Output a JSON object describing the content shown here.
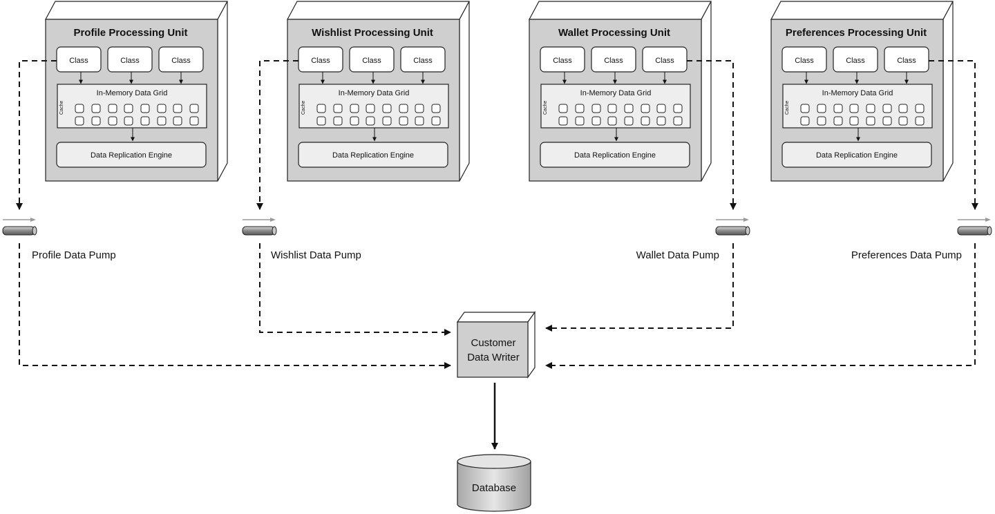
{
  "units": [
    {
      "title": "Profile Processing Unit",
      "classes": [
        "Class",
        "Class",
        "Class"
      ],
      "grid_title": "In-Memory Data Grid",
      "cache_label": "Cache",
      "engine_label": "Data Replication Engine",
      "pump_label": "Profile Data Pump"
    },
    {
      "title": "Wishlist Processing Unit",
      "classes": [
        "Class",
        "Class",
        "Class"
      ],
      "grid_title": "In-Memory Data Grid",
      "cache_label": "Cache",
      "engine_label": "Data Replication Engine",
      "pump_label": "Wishlist Data Pump"
    },
    {
      "title": "Wallet Processing Unit",
      "classes": [
        "Class",
        "Class",
        "Class"
      ],
      "grid_title": "In-Memory Data Grid",
      "cache_label": "Cache",
      "engine_label": "Data Replication Engine",
      "pump_label": "Wallet Data Pump"
    },
    {
      "title": "Preferences Processing Unit",
      "classes": [
        "Class",
        "Class",
        "Class"
      ],
      "grid_title": "In-Memory Data Grid",
      "cache_label": "Cache",
      "engine_label": "Data Replication Engine",
      "pump_label": "Preferences Data Pump"
    }
  ],
  "writer": {
    "line1": "Customer",
    "line2": "Data Writer"
  },
  "database": {
    "label": "Database"
  },
  "colors": {
    "box_fill": "#cfcfcf",
    "box_top": "#ffffff",
    "inner_fill": "#eeeeee",
    "stroke": "#222222",
    "pipe": "#9a9a9a"
  }
}
